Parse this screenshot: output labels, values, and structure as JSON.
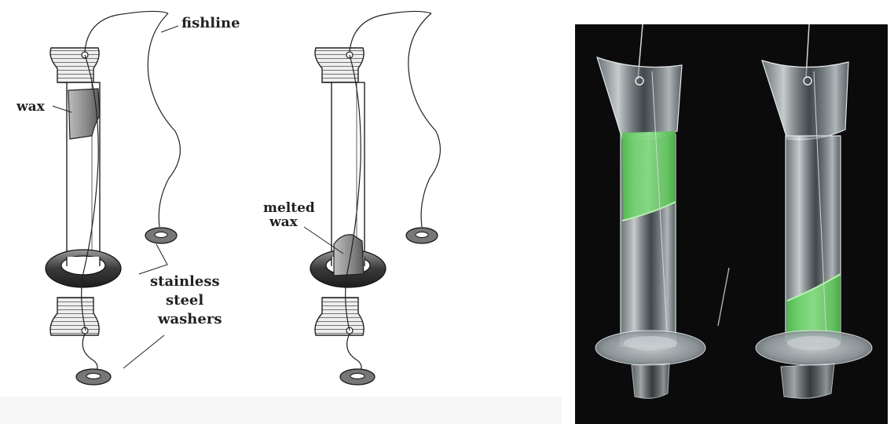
{
  "diagram": {
    "labels": {
      "fishline": "fishline",
      "wax": "wax",
      "melted_wax_line1": "melted",
      "melted_wax_line2": "wax",
      "washers_line1": "stainless",
      "washers_line2": "steel",
      "washers_line3": "washers"
    }
  },
  "photo": {
    "colors": {
      "background": "#0b0b0b",
      "wax_green": "#6ed86a",
      "plastic": "#cfd6da"
    }
  }
}
